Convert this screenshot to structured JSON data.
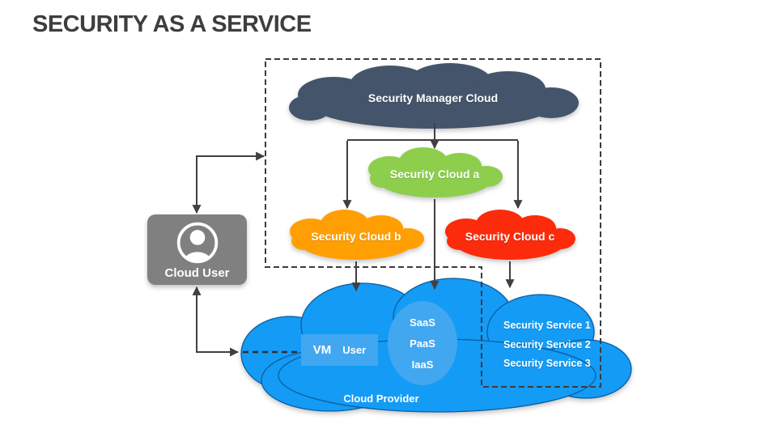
{
  "title": "SECURITY AS A SERVICE",
  "colors": {
    "title": "#3E3E3E",
    "manager": "#44546A",
    "cloud_a": "#8DCE4D",
    "cloud_b": "#FF9F04",
    "cloud_c": "#FC2B0B",
    "provider": "#149BF6",
    "provider_stroke": "#0A5F9E",
    "inner_panel": "#41A7F1",
    "user_box": "#808080",
    "line": "#404040"
  },
  "labels": {
    "manager": "Security Manager Cloud",
    "cloud_a": "Security Cloud a",
    "cloud_b": "Security Cloud b",
    "cloud_c": "Security Cloud c",
    "cloud_user": "Cloud User",
    "provider": "Cloud Provider",
    "vm": "VM",
    "vm_user": "User",
    "stack": [
      "SaaS",
      "PaaS",
      "IaaS"
    ],
    "services": [
      "Security Service 1",
      "Security Service 2",
      "Security Service 3"
    ]
  }
}
